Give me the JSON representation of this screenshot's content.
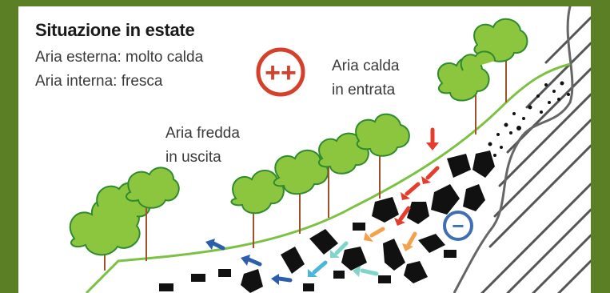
{
  "title": "Situazione in estate",
  "outside_air": "Aria esterna: molto calda",
  "inside_air": "Aria interna: fresca",
  "warm_air_label": [
    "Aria calda",
    "in entrata"
  ],
  "cold_air_label": [
    "Aria fredda",
    "in uscita"
  ],
  "plus_symbol": "++",
  "minus_symbol": "−",
  "colors": {
    "frame": "#5b7f25",
    "tree_fill": "#8cc63f",
    "tree_stroke": "#2e8b2e",
    "trunk": "#a0522d",
    "plus_circle": "#d6402b",
    "minus_circle": "#3f6fb3",
    "arrow_hot_red": "#e63c2e",
    "arrow_orange": "#f5a04a",
    "arrow_cool": "#7fd6c8",
    "arrow_blue": "#2b5fab"
  }
}
